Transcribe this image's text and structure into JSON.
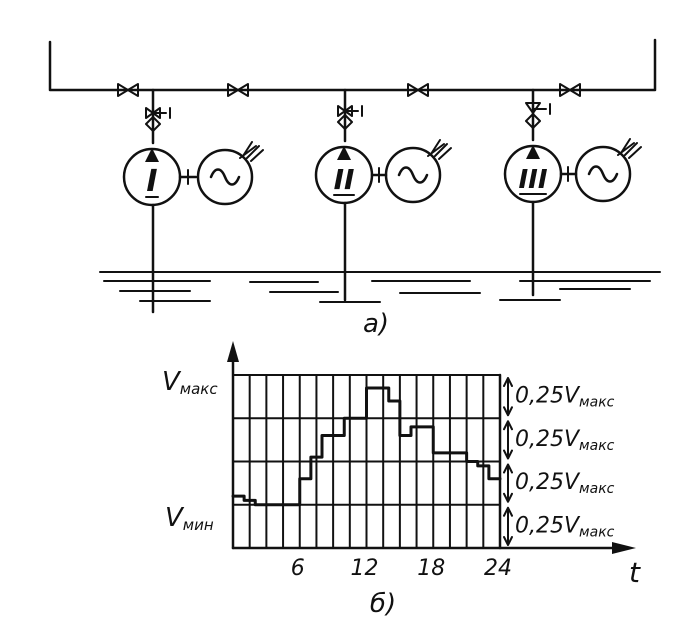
{
  "figure_a": {
    "caption": "a)",
    "pump_labels": [
      "I",
      "II",
      "III"
    ]
  },
  "figure_b": {
    "caption": "б)",
    "y_label_max_main": "V",
    "y_label_max_sub": "макс",
    "y_label_min_main": "V",
    "y_label_min_sub": "мин",
    "x_axis_label": "t",
    "bracket_coef": "0,25",
    "bracket_main": "V",
    "bracket_sub": "макс"
  },
  "chart_data": {
    "type": "line",
    "x_ticks": [
      "6",
      "12",
      "18",
      "24"
    ],
    "xlim": [
      0,
      24
    ],
    "grid": true,
    "y_levels": [
      "V мин",
      "V макс"
    ],
    "bands": [
      "0,25 V макс",
      "0,25 V макс",
      "0,25 V макс",
      "0,25 V макс"
    ],
    "series": [
      {
        "x": [
          0,
          1,
          1,
          2,
          2,
          3,
          3,
          4,
          4,
          5,
          5,
          6,
          6,
          7,
          7,
          8,
          8,
          9,
          9,
          10,
          10,
          11,
          11,
          12,
          12,
          13,
          13,
          14,
          14,
          15,
          15,
          16,
          16,
          17,
          17,
          18,
          18,
          19,
          19,
          20,
          20,
          21,
          21,
          22,
          22,
          23,
          23,
          24
        ],
        "y": [
          1.2,
          1.2,
          1.1,
          1.1,
          1.0,
          1.0,
          1.0,
          1.0,
          1.0,
          1.0,
          1.0,
          1.0,
          1.6,
          1.6,
          2.1,
          2.1,
          2.6,
          2.6,
          2.6,
          2.6,
          3.0,
          3.0,
          3.0,
          3.0,
          3.7,
          3.7,
          3.7,
          3.7,
          3.4,
          3.4,
          2.6,
          2.6,
          2.8,
          2.8,
          2.8,
          2.8,
          2.2,
          2.2,
          2.2,
          2.2,
          2.2,
          2.2,
          2.0,
          2.0,
          1.9,
          1.9,
          1.6,
          1.6
        ]
      }
    ]
  }
}
